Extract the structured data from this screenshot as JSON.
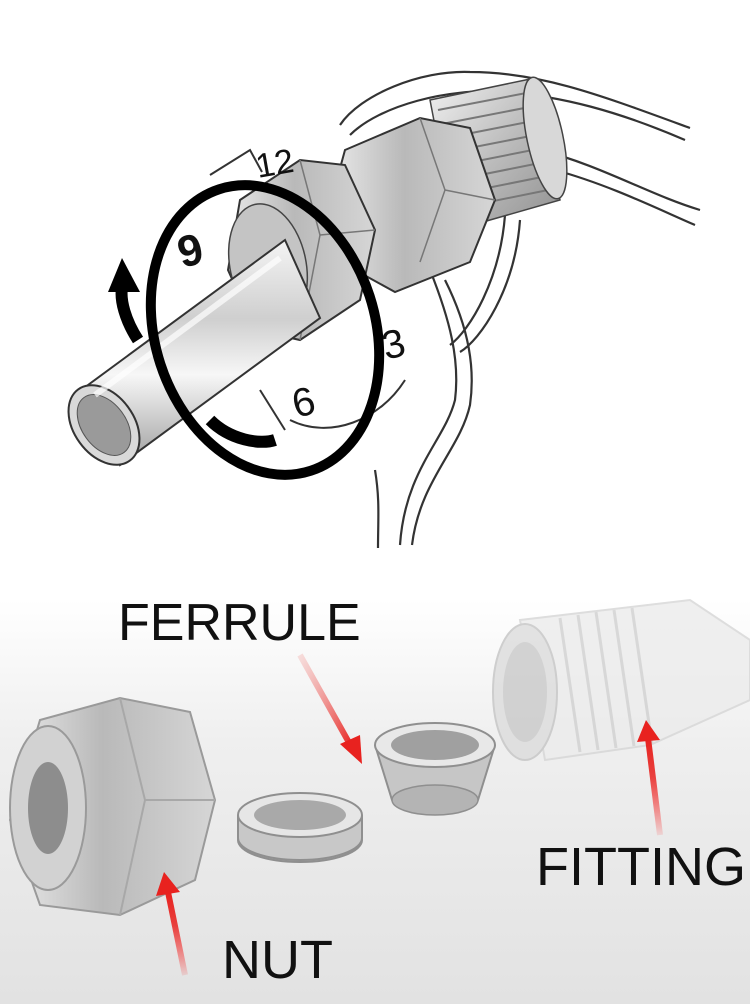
{
  "diagram": {
    "clock_marks": [
      "12",
      "9",
      "3",
      "6"
    ],
    "labels": {
      "ferrule": "FERRULE",
      "fitting": "FITTING",
      "nut": "NUT"
    },
    "colors": {
      "arrow": "#e8221f",
      "line": "#222222",
      "metal": "#c8c8c8",
      "ring": "#000000"
    }
  }
}
